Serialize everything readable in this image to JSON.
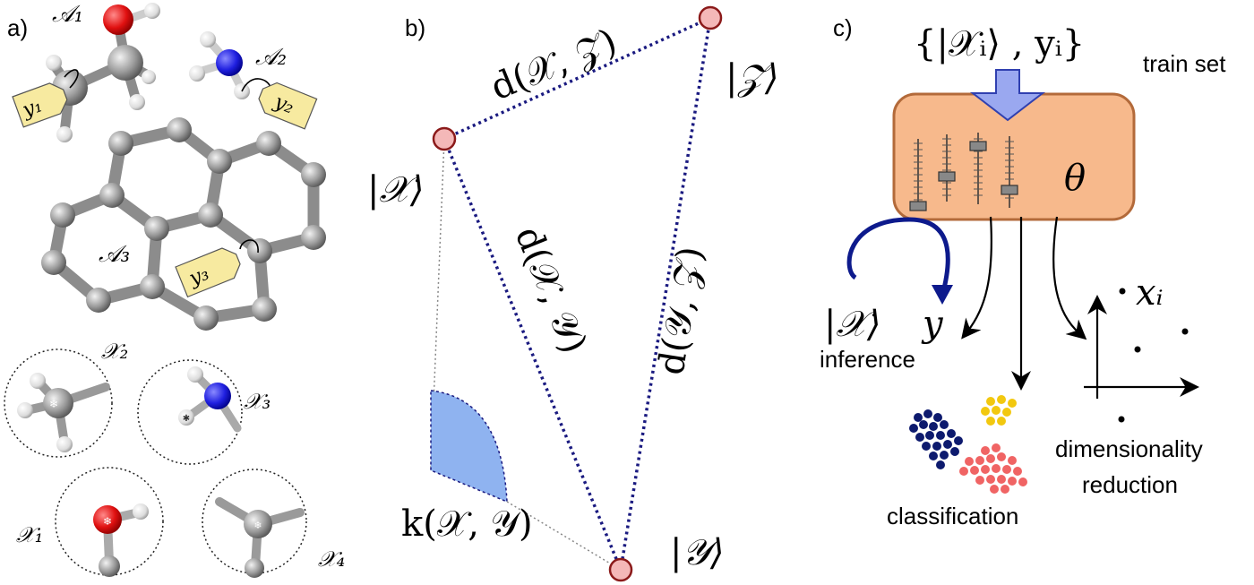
{
  "panel_a": {
    "label": "a)",
    "molecule_labels": [
      "𝒜₁",
      "𝒜₂",
      "𝒜₃"
    ],
    "tags": [
      "y₁",
      "y₂",
      "y₃"
    ],
    "env_labels": [
      "𝒳₁",
      "𝒳₂",
      "𝒳₃",
      "𝒳₄"
    ]
  },
  "panel_b": {
    "label": "b)",
    "kets": {
      "x": "|𝒳⟩",
      "y": "|𝒴⟩",
      "z": "|𝒵⟩"
    },
    "distances": {
      "xz": "d(𝒳, 𝒵)",
      "xy": "d(𝒳, 𝒴)",
      "yz": "d(𝒴, 𝒵)"
    },
    "kernel": "k(𝒳, 𝒴)",
    "colors": {
      "dotted_line": "#1a1a80",
      "point_fill": "#f4b8b8",
      "point_stroke": "#8b1a1a",
      "wedge": "#8fb3f0"
    }
  },
  "panel_c": {
    "label": "c)",
    "train_set_formula": "{|𝒳ᵢ⟩ , yᵢ}",
    "train_set_label": "train set",
    "theta": "θ",
    "ket_x": "|𝒳⟩",
    "y": "y",
    "inference": "inference",
    "classification": "classification",
    "dim_reduction_line1": "dimensionality",
    "dim_reduction_line2": "reduction",
    "xi": "xᵢ",
    "colors": {
      "box_fill": "#f7b98c",
      "box_stroke": "#b36a3a",
      "arrow": "#9aa8f0",
      "curve": "#0d1a8c",
      "cluster_navy": "#0d1a6e",
      "cluster_red": "#f06464",
      "cluster_yellow": "#f2c80f"
    }
  }
}
